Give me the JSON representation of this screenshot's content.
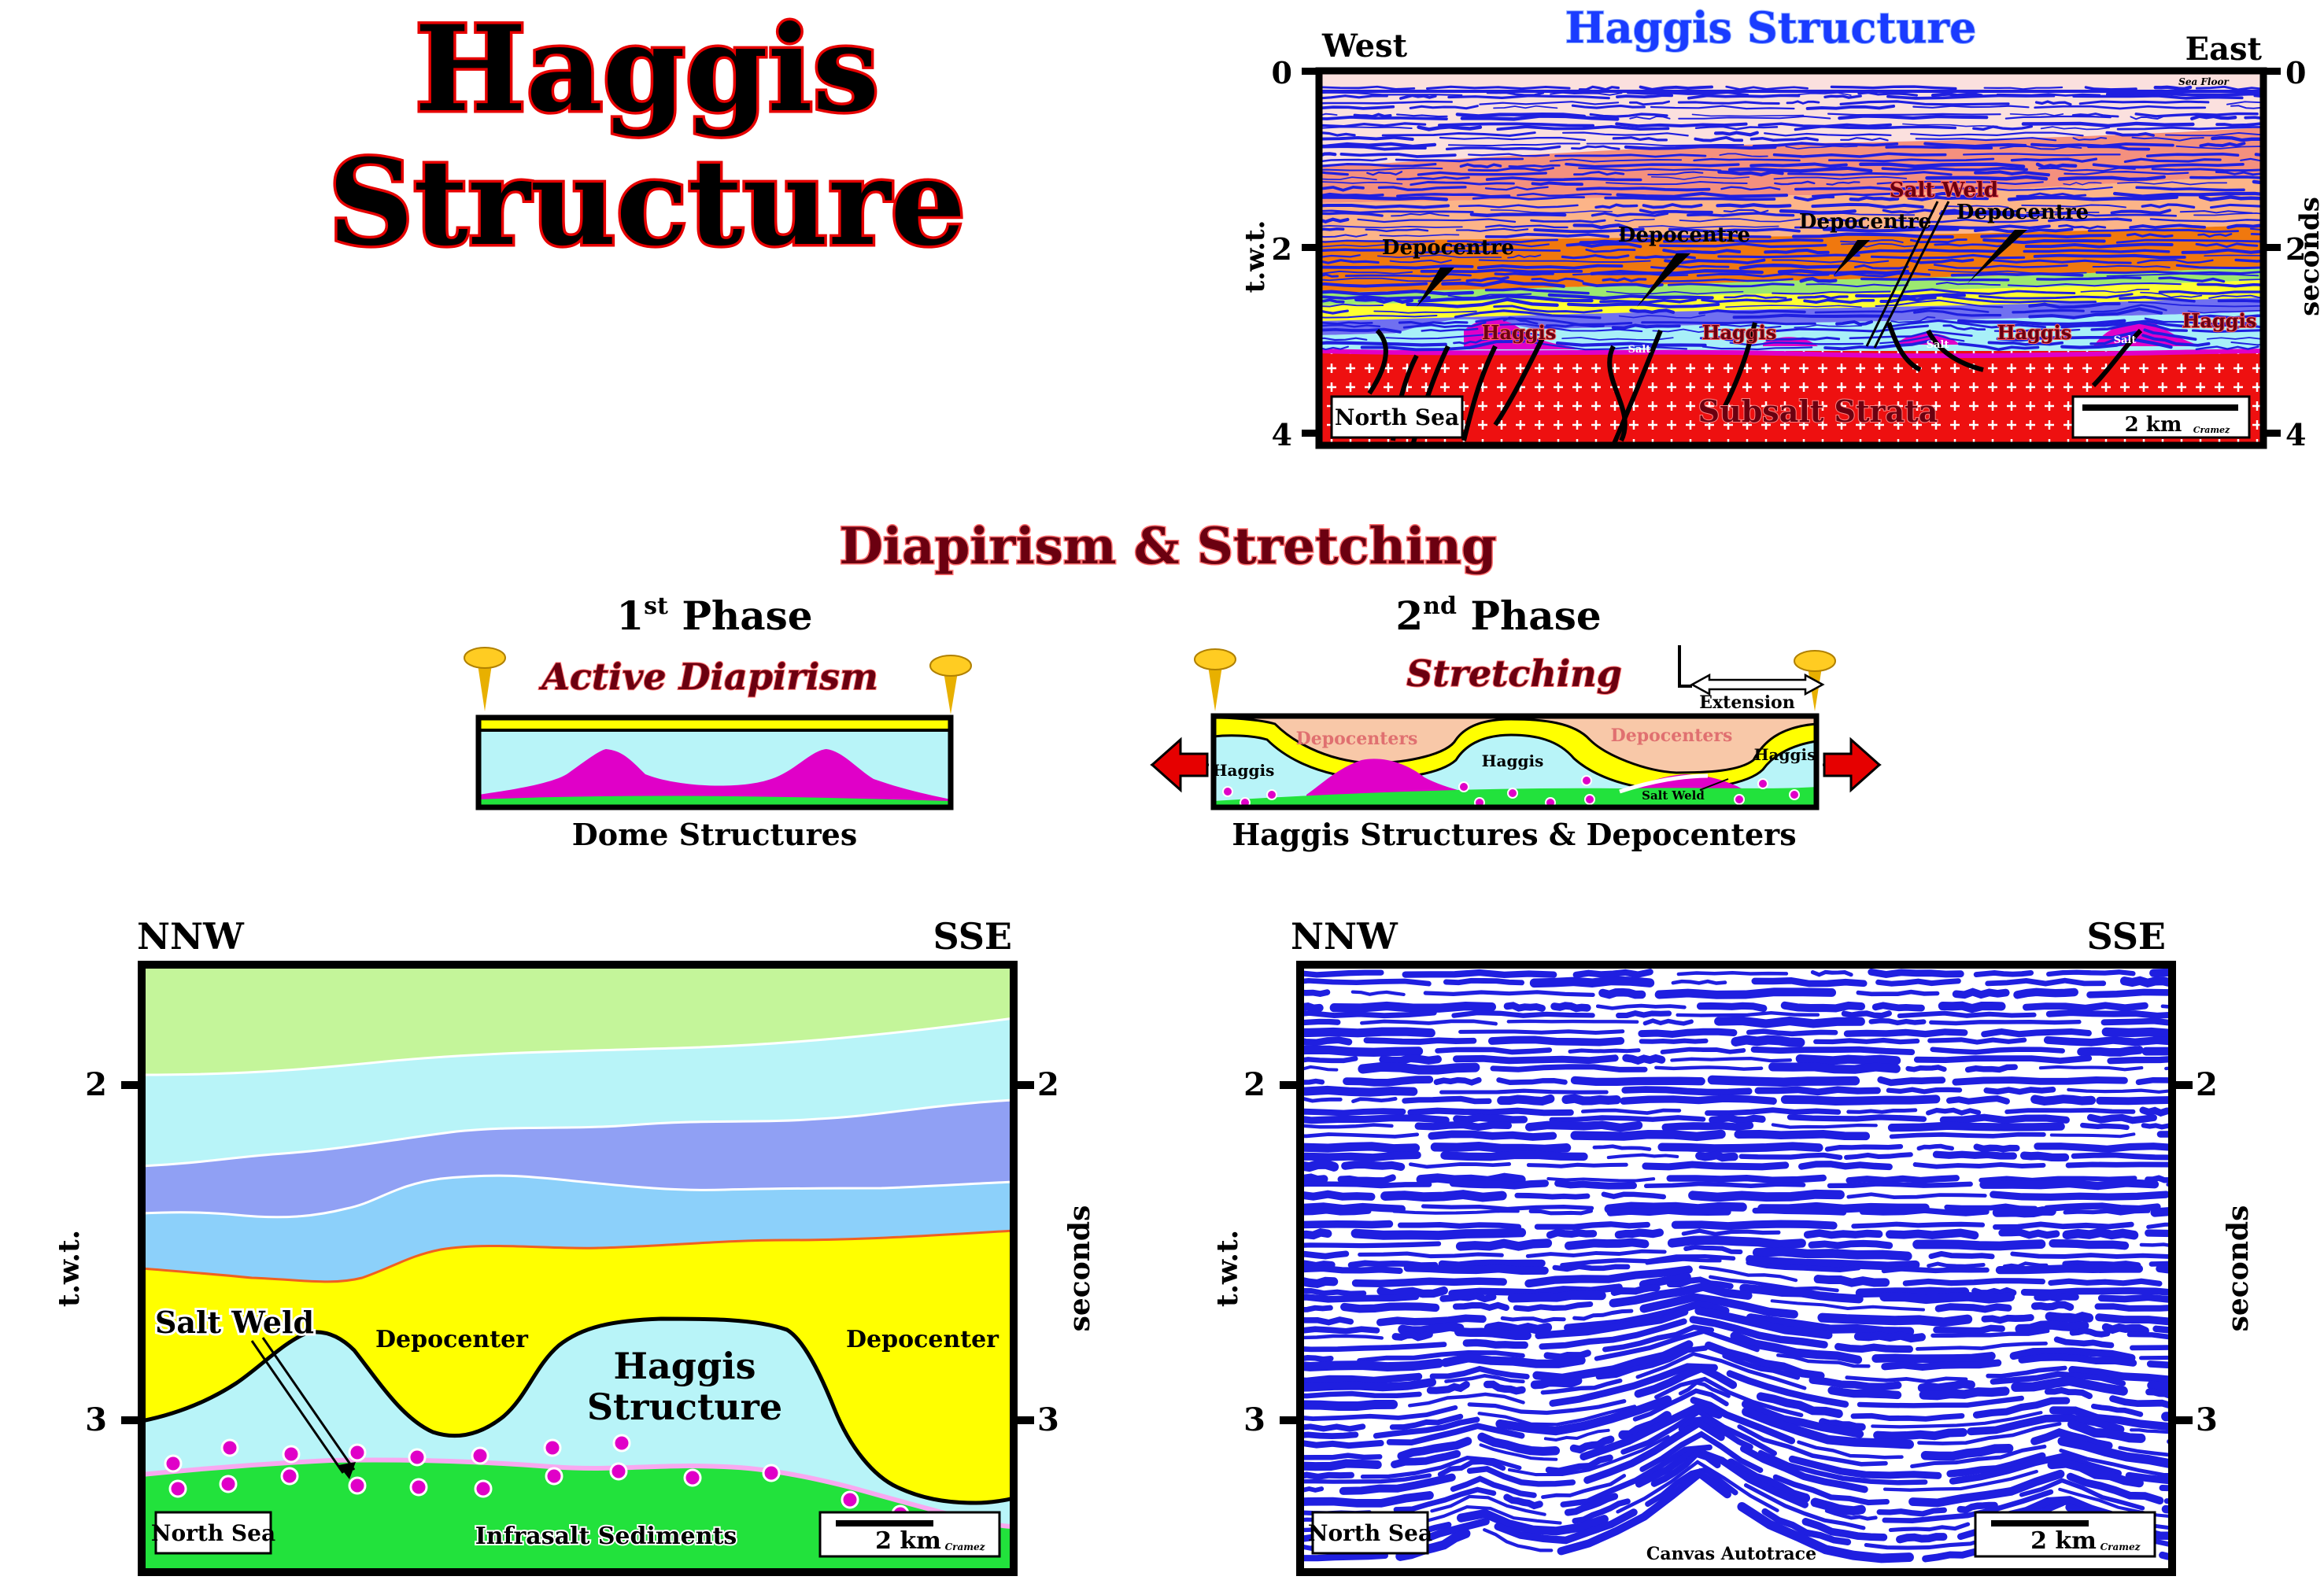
{
  "main_title": {
    "line1": "Haggis",
    "line2": "Structure"
  },
  "section_title": "Diapirism & Stretching",
  "top_section": {
    "title": "Haggis Structure",
    "left_direction": "West",
    "right_direction": "East",
    "depth_ticks": [
      "0",
      "2",
      "4"
    ],
    "left_axis_label": "t.w.t.",
    "right_axis_label": "seconds",
    "labels": {
      "sea_floor": "Sea Floor",
      "depocentre": "Depocentre",
      "salt_weld": "Salt Weld",
      "haggis": "Haggis",
      "salt": "Salt",
      "subsalt_strata": "Subsalt Strata",
      "region": "North Sea",
      "scale": "2 km",
      "credit": "Cramez"
    }
  },
  "phase1": {
    "number": "1",
    "suffix": "st",
    "phase_word": " Phase",
    "subtitle": "Active Diapirism",
    "caption": "Dome Structures"
  },
  "phase2": {
    "number": "2",
    "suffix": "nd",
    "phase_word": " Phase",
    "subtitle": "Stretching",
    "caption": "Haggis Structures & Depocenters",
    "extension_label": "Extension",
    "depocenters_label": "Depocenters",
    "haggis_label": "Haggis",
    "salt_weld_label": "Salt Weld"
  },
  "bottom_left": {
    "left_direction": "NNW",
    "right_direction": "SSE",
    "depth_ticks": [
      "2",
      "3"
    ],
    "left_axis_label": "t.w.t.",
    "right_axis_label": "seconds",
    "salt_weld": "Salt Weld",
    "depocenter": "Depocenter",
    "haggis_line1": "Haggis",
    "haggis_line2": "Structure",
    "infrasalt": "Infrasalt Sediments",
    "region": "North Sea",
    "scale": "2 km",
    "credit": "Cramez"
  },
  "bottom_right": {
    "left_direction": "NNW",
    "right_direction": "SSE",
    "depth_ticks": [
      "2",
      "3"
    ],
    "left_axis_label": "t.w.t.",
    "right_axis_label": "seconds",
    "region": "North Sea",
    "scale": "2 km",
    "credit": "Cramez",
    "footer": "Canvas Autotrace"
  },
  "colors": {
    "title_red": "#e60000",
    "section_red": "#6b0010",
    "blue_title": "#1a3cff",
    "seismic_blue": "#1f1fe0",
    "salt_magenta": "#e000c8",
    "cyan": "#b8f4f8",
    "yellow": "#ffff00",
    "green": "#22e23c",
    "subsalt_red": "#ee1010",
    "light_green": "#c4f59a",
    "lavender": "#90a0f4",
    "sky": "#8cd0fa",
    "orange": "#f5a04e"
  }
}
